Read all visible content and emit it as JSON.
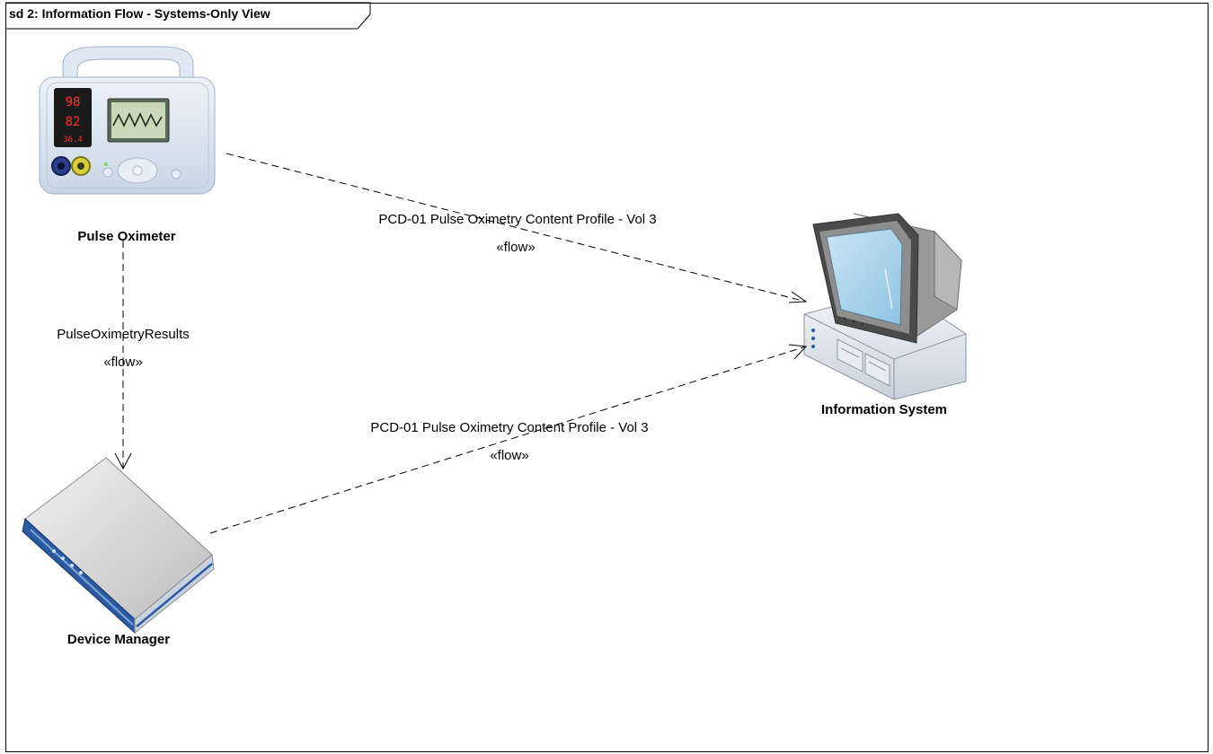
{
  "diagram": {
    "frame_title": "sd 2: Information Flow - Systems-Only View",
    "nodes": {
      "pulse_oximeter": {
        "label": "Pulse Oximeter",
        "display": {
          "spo2": "98",
          "pulse": "82",
          "temp": "36.4"
        }
      },
      "information_system": {
        "label": "Information System"
      },
      "device_manager": {
        "label": "Device Manager"
      }
    },
    "flows": [
      {
        "from": "Pulse Oximeter",
        "to": "Information System",
        "name": "PCD-01 Pulse Oximetry Content Profile - Vol 3",
        "stereotype": "«flow»"
      },
      {
        "from": "Pulse Oximeter",
        "to": "Device Manager",
        "name": "PulseOximetryResults",
        "stereotype": "«flow»"
      },
      {
        "from": "Device Manager",
        "to": "Information System",
        "name": "PCD-01 Pulse Oximetry Content Profile - Vol 3",
        "stereotype": "«flow»"
      }
    ],
    "colors": {
      "line": "#000000",
      "device_body": "#dfe8f2",
      "device_blue": "#2c5aa0",
      "monitor_gray": "#8e8e8e"
    }
  }
}
